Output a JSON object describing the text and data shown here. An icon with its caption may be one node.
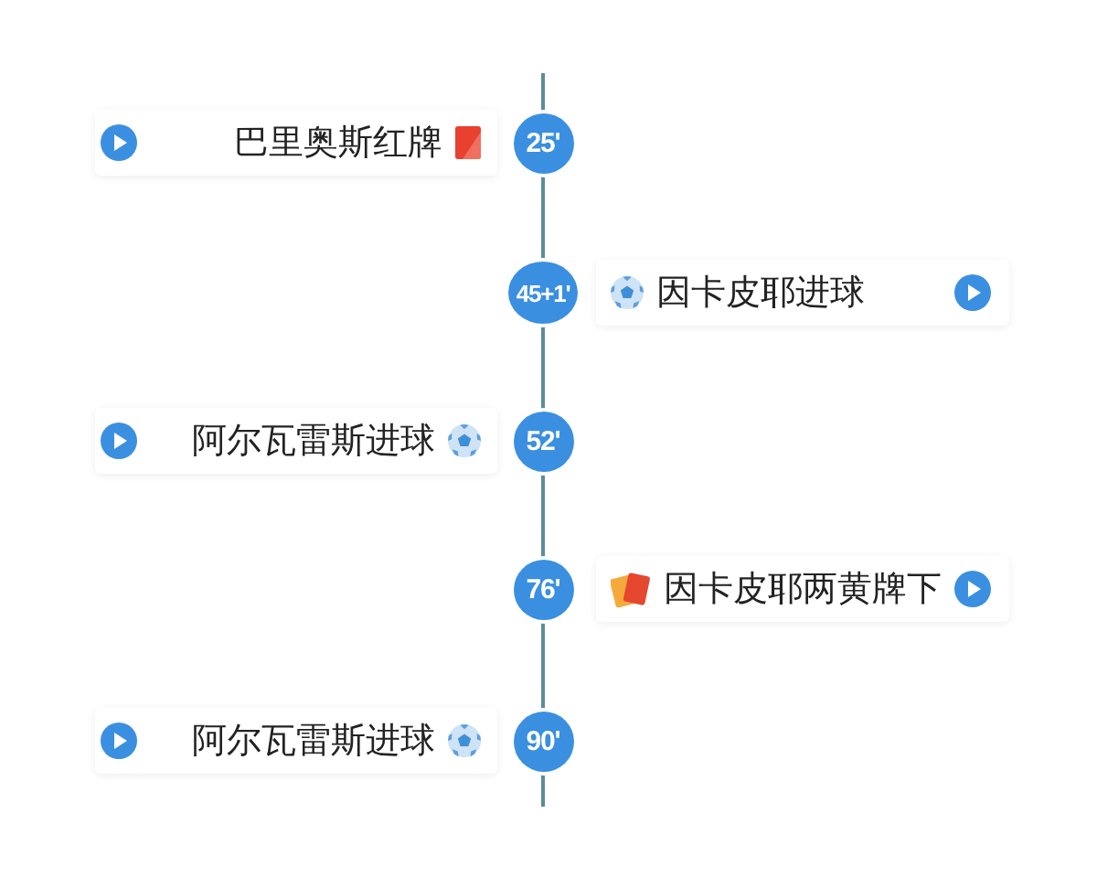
{
  "diagram": {
    "nodes": [
      {
        "text": [
          "巴里奥斯红牌"
        ]
      },
      {
        "text": [
          "25'"
        ]
      },
      {
        "text": [
          "45+1'"
        ]
      },
      {
        "text": [
          "因卡皮耶进球"
        ]
      },
      {
        "text": [
          "阿尔瓦雷斯进球"
        ]
      },
      {
        "text": [
          "52'"
        ]
      },
      {
        "text": [
          "76'"
        ]
      },
      {
        "text": [
          "因卡皮耶两黄牌下"
        ]
      },
      {
        "text": [
          "阿尔瓦雷斯进球"
        ]
      },
      {
        "text": [
          "90'"
        ]
      }
    ],
    "edges": [
      {
        "from": null,
        "to": 1,
        "arrow": "none"
      },
      {
        "from": 1,
        "to": 2,
        "arrow": "none"
      },
      {
        "from": 2,
        "to": 5,
        "arrow": "none"
      },
      {
        "from": 5,
        "to": 6,
        "arrow": "none"
      },
      {
        "from": 6,
        "to": 9,
        "arrow": "none"
      },
      {
        "from": 9,
        "to": null,
        "arrow": "none"
      }
    ]
  }
}
